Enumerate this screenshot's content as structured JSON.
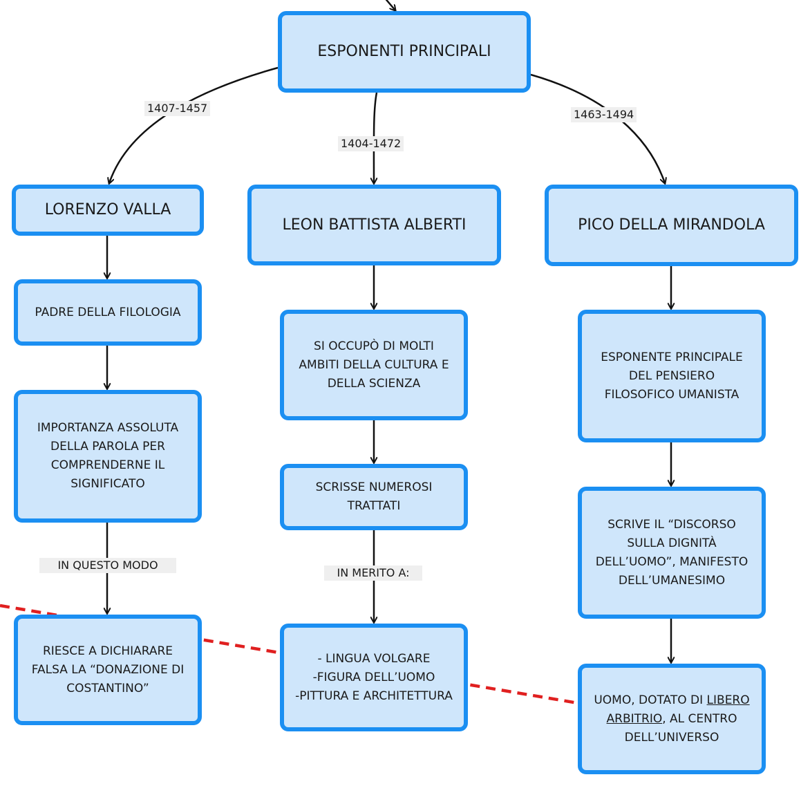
{
  "title": "ESPONENTI PRINCIPALI",
  "edge_labels": {
    "valla_years": "1407-1457",
    "alberti_years": "1404-1472",
    "pico_years": "1463-1494",
    "in_questo_modo": "IN QUESTO MODO",
    "in_merito": "IN MERITO A:"
  },
  "valla": {
    "name": "LORENZO VALLA",
    "b1": "PADRE DELLA FILOLOGIA",
    "b2": "IMPORTANZA ASSOLUTA\nDELLA PAROLA PER\nCOMPRENDERNE IL\nSIGNIFICATO",
    "b3": "RIESCE A DICHIARARE\nFALSA LA “DONAZIONE DI\nCOSTANTINO”"
  },
  "alberti": {
    "name": "LEON BATTISTA ALBERTI",
    "b1": "SI OCCUPÒ DI MOLTI\nAMBITI DELLA CULTURA E\nDELLA SCIENZA",
    "b2": "SCRISSE NUMEROSI\nTRATTATI",
    "b3": "- LINGUA VOLGARE\n-FIGURA DELL’UOMO\n-PITTURA E ARCHITETTURA"
  },
  "pico": {
    "name": "PICO DELLA MIRANDOLA",
    "b1": "ESPONENTE PRINCIPALE\nDEL PENSIERO\nFILOSOFICO UMANISTA",
    "b2": "SCRIVE IL “DISCORSO\nSULLA DIGNITÀ\nDELL’UOMO”, MANIFESTO\nDELL’UMANESIMO",
    "b3_pre": "UOMO, DOTATO DI ",
    "b3_u1": "LIBERO",
    "b3_u2": "ARBITRIO",
    "b3_post1": ", AL CENTRO",
    "b3_post2": "DELL’UNIVERSO"
  },
  "colors": {
    "box_fill": "#cfe6fb",
    "box_border": "#1b8ff2",
    "connector": "#111111",
    "dashed_line": "#e02020"
  }
}
